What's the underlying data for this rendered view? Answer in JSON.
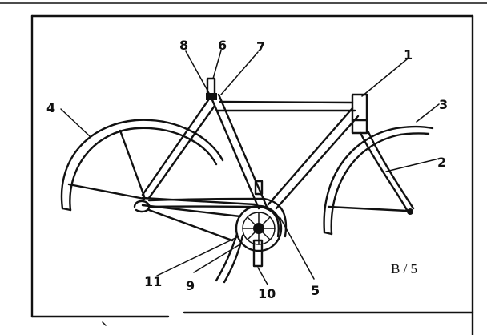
{
  "diagram": {
    "sheet_id": "B / 5",
    "callouts": {
      "c1": "1",
      "c2": "2",
      "c3": "3",
      "c4": "4",
      "c5": "5",
      "c6": "6",
      "c7": "7",
      "c8": "8",
      "c9": "9",
      "c10": "10",
      "c11": "11"
    }
  }
}
